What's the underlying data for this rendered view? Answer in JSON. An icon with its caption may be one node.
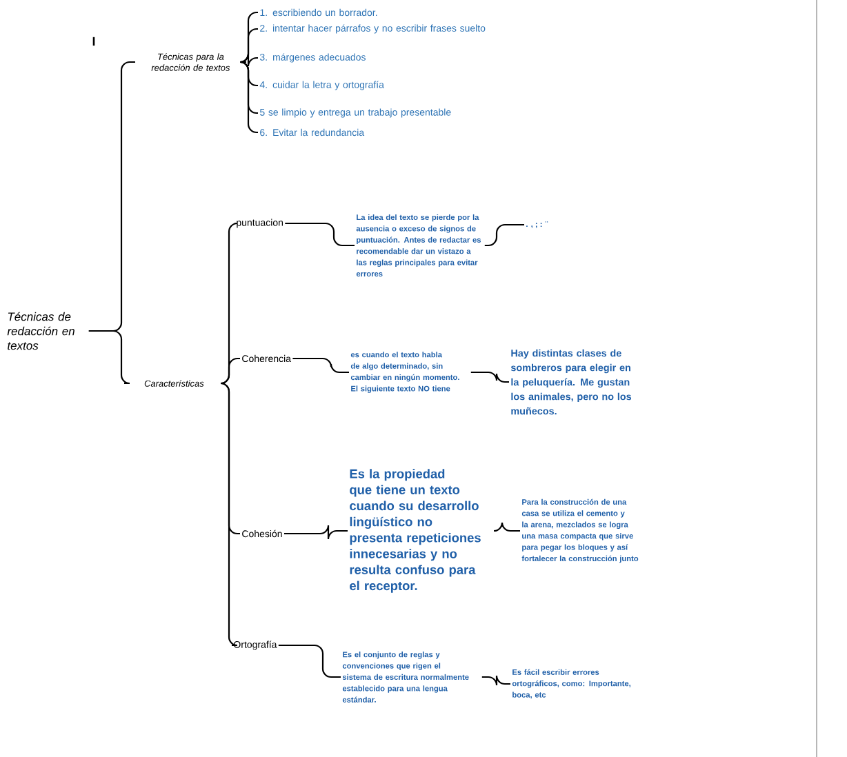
{
  "diagram": {
    "nodes": [
      {
        "text": [
          "Técnicas de redacción en textos"
        ]
      },
      {
        "text": [
          "Técnicas para la redacción de textos"
        ]
      },
      {
        "text": [
          "1. escribiendo un borrador."
        ]
      },
      {
        "text": [
          "2. intentar hacer párrafos y no escribir frases suelto"
        ]
      },
      {
        "text": [
          "3. márgenes adecuados"
        ]
      },
      {
        "text": [
          "4. cuidar la letra y ortografía"
        ]
      },
      {
        "text": [
          "5 se limpio y entrega un trabajo presentable"
        ]
      },
      {
        "text": [
          "6. Evitar la redundancia"
        ]
      },
      {
        "text": [
          "Características"
        ]
      },
      {
        "text": [
          "puntuacion"
        ]
      },
      {
        "text": [
          "La idea del texto se pierde por la ausencia o exceso de signos de puntuación. Antes de redactar es recomendable dar un vistazo a las reglas principales para evitar errores"
        ]
      },
      {
        "text": [
          ". , ; : ¨"
        ]
      },
      {
        "text": [
          "Coherencia"
        ]
      },
      {
        "text": [
          "es cuando el texto habla de algo determinado, sin cambiar en ningún momento. El siguiente texto NO tiene"
        ]
      },
      {
        "text": [
          "Hay distintas clases de sombreros para elegir en la peluquería. Me gustan los animales, pero no los muñecos."
        ]
      },
      {
        "text": [
          "Cohesión"
        ]
      },
      {
        "text": [
          "Es la propiedad que tiene un texto cuando su desarrollo lingüístico no presenta repeticiones innecesarias y no resulta confuso para el receptor."
        ]
      },
      {
        "text": [
          "Para la construcción de una casa se utiliza el cemento y la arena, mezclados se logra una masa compacta que sirve para pegar los bloques y así fortalecer la construcción junto"
        ]
      },
      {
        "text": [
          "Ortografía"
        ]
      },
      {
        "text": [
          "Es el conjunto de reglas y convenciones que rigen el sistema de escritura normalmente establecido para una lengua estándar."
        ]
      },
      {
        "text": [
          "Es fácil escribir errores ortográficos, como: Importante, boca, etc"
        ]
      }
    ],
    "edges": [
      {
        "from": 0,
        "to": 1,
        "arrow": "none"
      },
      {
        "from": 0,
        "to": 8,
        "arrow": "none"
      },
      {
        "from": 1,
        "to": 2,
        "arrow": "none"
      },
      {
        "from": 1,
        "to": 3,
        "arrow": "none"
      },
      {
        "from": 1,
        "to": 4,
        "arrow": "none"
      },
      {
        "from": 1,
        "to": 5,
        "arrow": "none"
      },
      {
        "from": 1,
        "to": 6,
        "arrow": "none"
      },
      {
        "from": 1,
        "to": 7,
        "arrow": "none"
      },
      {
        "from": 8,
        "to": 9,
        "arrow": "none"
      },
      {
        "from": 8,
        "to": 12,
        "arrow": "none"
      },
      {
        "from": 8,
        "to": 15,
        "arrow": "none"
      },
      {
        "from": 8,
        "to": 18,
        "arrow": "none"
      },
      {
        "from": 9,
        "to": 10,
        "arrow": "none"
      },
      {
        "from": 10,
        "to": 11,
        "arrow": "none"
      },
      {
        "from": 12,
        "to": 13,
        "arrow": "none"
      },
      {
        "from": 13,
        "to": 14,
        "arrow": "none"
      },
      {
        "from": 15,
        "to": 16,
        "arrow": "none"
      },
      {
        "from": 16,
        "to": 17,
        "arrow": "none"
      },
      {
        "from": 18,
        "to": 19,
        "arrow": "none"
      },
      {
        "from": 19,
        "to": 20,
        "arrow": "none"
      }
    ],
    "labels": [
      "I"
    ]
  }
}
